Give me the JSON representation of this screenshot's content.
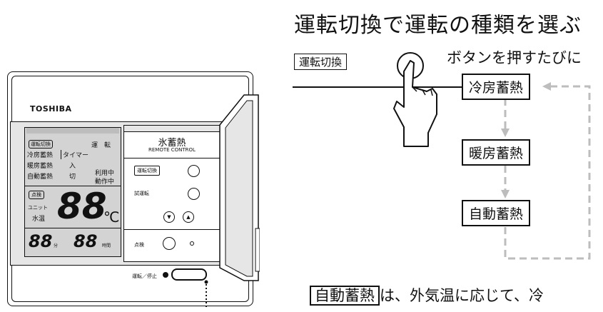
{
  "heading": "運転切換で運転の種類を選ぶ",
  "button_label": "運転切換",
  "press_caption": "ボタンを押すたびに",
  "modes": [
    "冷房蓄熱",
    "暖房蓄熱",
    "自動蓄熱"
  ],
  "footnote": {
    "boxed": "自動蓄熱",
    "text": "は、外気温に応じて、冷"
  },
  "remote": {
    "brand": "TOSHIBA",
    "title": "氷蓄熱",
    "subtitle": "REMOTE CONTROL",
    "buttons": {
      "mode_switch": "運転切換",
      "test_run": "試運転",
      "check": "点検",
      "run_stop": "運転／停止"
    },
    "lcd": {
      "mode_switch_tag": "運転切換",
      "operation": "運　転",
      "modes": [
        "冷房蓄熱",
        "暖房蓄熱",
        "自動蓄熱"
      ],
      "timer": "タイマー",
      "on": "入",
      "off": "切",
      "in_use": "利用中",
      "running": "動作中",
      "check_tag": "点検",
      "unit": "ユニット",
      "water_temp": "水温",
      "big_digits": "88",
      "celsius": "℃",
      "small_digits_1": "88",
      "small_unit_1": "分",
      "small_digits_2": "88",
      "small_unit_2": "時間"
    }
  },
  "colors": {
    "line": "#111111",
    "lcd_bg": "#d3d3d3",
    "bezel": "#e6e6e6",
    "dashed_arrow": "#b8b8b8"
  }
}
